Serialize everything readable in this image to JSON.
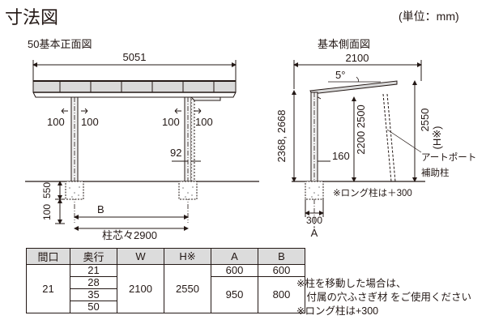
{
  "title": "寸法図",
  "unit_note": "(単位：mm)",
  "front_view": {
    "title": "50基本正面図",
    "total_width": "5051",
    "offset_labels": [
      "100",
      "100",
      "100",
      "100"
    ],
    "bracket_dim": "92",
    "footing_depth": "550",
    "footing_cover": "100",
    "b_label": "B",
    "post_pitch": "柱芯々2900"
  },
  "side_view": {
    "title": "基本側面図",
    "depth_width": "2100",
    "slope": "5°",
    "height_left": "2368, 2668",
    "height_mid": "2200 2500",
    "height_right": "2550",
    "height_right_note": "(H※)",
    "offset_160": "160",
    "art_port_label": "アートポート",
    "aux_post_label": "補助柱",
    "long_post_note": "※ロング柱は＋300",
    "post_size": "300",
    "a_label": "A"
  },
  "spec_table": {
    "headers": [
      "間口",
      "奥行",
      "W",
      "H※",
      "A",
      "B"
    ],
    "frontage": "21",
    "depths": [
      "21",
      "28",
      "35",
      "50"
    ],
    "w": "2100",
    "h": "2550",
    "a_21": "600",
    "b_21": "600",
    "a_rest": "950",
    "b_rest": "800"
  },
  "notes": [
    "※柱を移動した場合は、",
    "　付属の穴ふさぎ材 をご使用ください",
    "※ロング柱は+300"
  ]
}
